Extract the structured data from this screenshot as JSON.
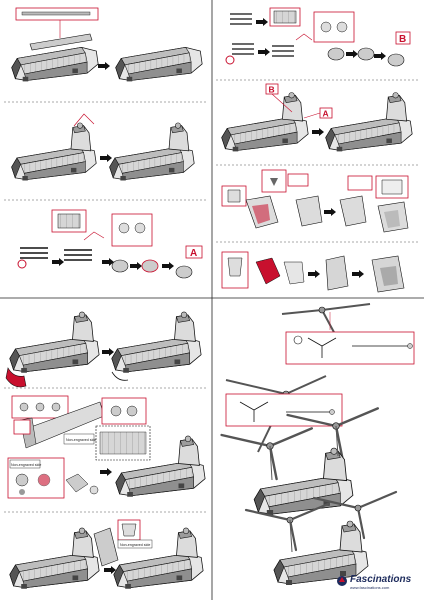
{
  "callouts": {
    "a": "A",
    "b": "B"
  },
  "notes": {
    "non_engraved_left": "Non-engraved side",
    "non_engraved_right": "Non-engraved side",
    "non_engraved_bottom": "Non-engraved side"
  },
  "brand": {
    "name": "Fascinations",
    "url": "www.fascinations.com"
  },
  "colors": {
    "accent": "#c8102e",
    "line": "#111111",
    "metal": "#d9d9d9",
    "metal_dark": "#8a8a8a"
  }
}
